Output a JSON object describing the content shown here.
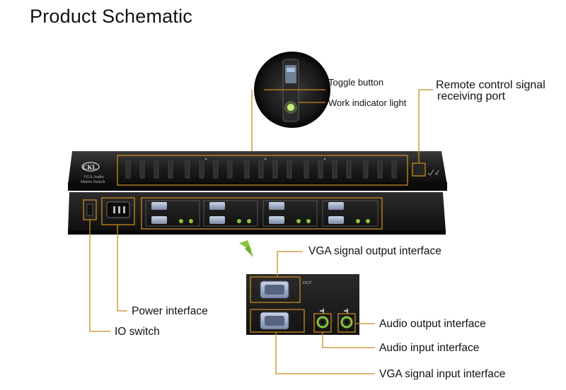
{
  "title": "Product Schematic",
  "brand_logo": "CKL",
  "device_name_line1": "VGA Audio",
  "device_name_line2": "Matrix Switch",
  "labels": {
    "toggle_button": "Toggle button",
    "work_indicator_light": "Work indicator light",
    "remote_port_line1": "Remote control signal",
    "remote_port_line2": "receiving port",
    "vga_output": "VGA signal output interface",
    "power_interface": "Power interface",
    "io_switch": "IO switch",
    "audio_output": "Audio output interface",
    "audio_input": "Audio input interface",
    "vga_input": "VGA signal input interface",
    "out_mark": "OUT"
  },
  "colors": {
    "callout_line": "#c98a1e",
    "device_body": "#1b1b1b",
    "green_arrow": "#8ac43f",
    "indicator_green": "#c8f07a"
  }
}
